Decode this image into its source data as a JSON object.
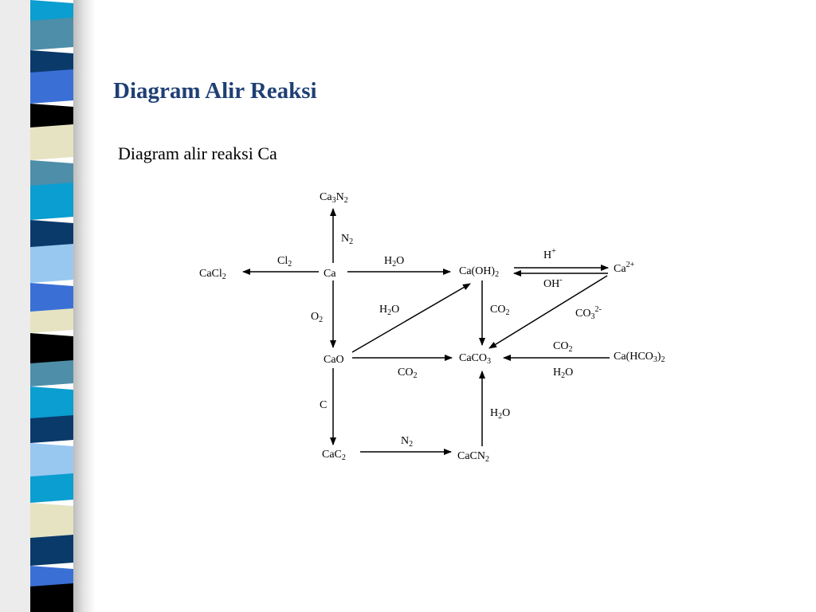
{
  "slide": {
    "title": "Diagram Alir Reaksi",
    "subtitle": "Diagram alir reaksi Ca"
  },
  "diagram": {
    "nodes": {
      "ca3n2": "Ca<sub>3</sub>N<sub>2</sub>",
      "cacl2": "CaCl<sub>2</sub>",
      "ca": "Ca",
      "caoh2": "Ca(OH)<sub>2</sub>",
      "ca2plus": "Ca<sup>2+</sup>",
      "cao": "CaO",
      "caco3": "CaCO<sub>3</sub>",
      "cahco32": "Ca(HCO<sub>3</sub>)<sub>2</sub>",
      "cac2": "CaC<sub>2</sub>",
      "cacn2": "CaCN<sub>2</sub>"
    },
    "reagents": {
      "n2_up": "N<sub>2</sub>",
      "cl2": "Cl<sub>2</sub>",
      "h2o_ca": "H<sub>2</sub>O",
      "h_plus": "H<sup>+</sup>",
      "oh_minus": "OH<sup>-</sup>",
      "o2": "O<sub>2</sub>",
      "h2o_cao": "H<sub>2</sub>O",
      "co2_caoh2": "CO<sub>2</sub>",
      "co3_2minus": "CO<sub>3</sub><sup>2-</sup>",
      "co2_hco3": "CO<sub>2</sub>",
      "co2_cao": "CO<sub>2</sub>",
      "h2o_hco3": "H<sub>2</sub>O",
      "c": "C",
      "h2o_cacn2": "H<sub>2</sub>O",
      "n2_cac2": "N<sub>2</sub>"
    }
  },
  "colors": {
    "title": "#1f3f74",
    "stripe": [
      "#0b9ed0",
      "#4e8ea8",
      "#0a3a6a",
      "#3a6fd6",
      "#000000",
      "#e5e3c2",
      "#98c8f0",
      "#124576"
    ]
  }
}
